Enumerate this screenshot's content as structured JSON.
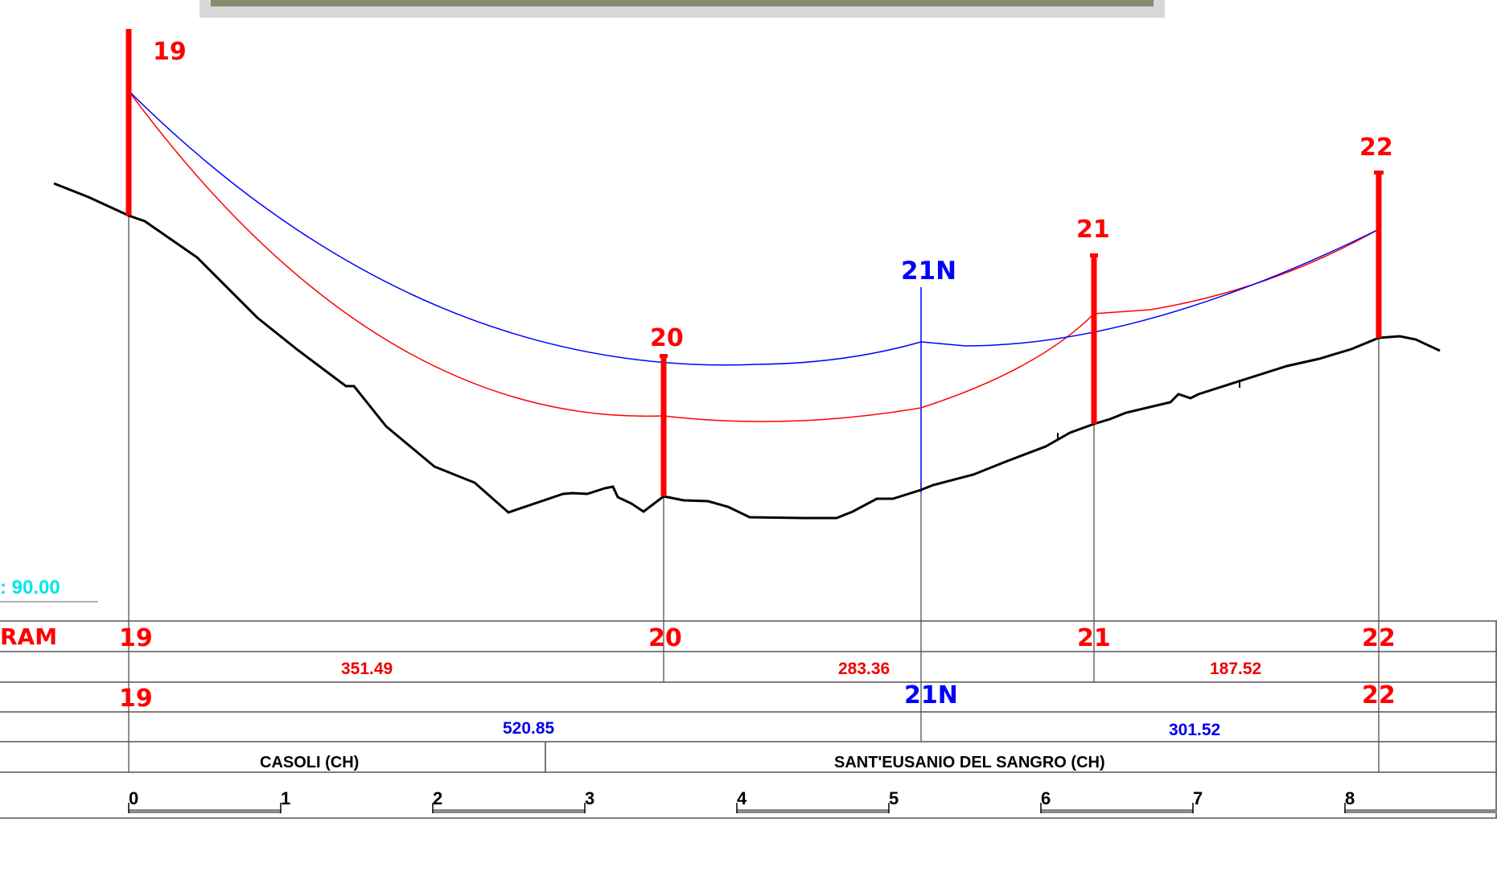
{
  "towers_existing": [
    {
      "id": "t19",
      "label": "19"
    },
    {
      "id": "t20",
      "label": "20"
    },
    {
      "id": "t21",
      "label": "21"
    },
    {
      "id": "t22",
      "label": "22"
    }
  ],
  "tower_new": {
    "label": "21N"
  },
  "scale_note": ": 90.00",
  "table": {
    "row1_prefix": "RAM",
    "row1_labels": [
      "19",
      "20",
      "21",
      "22"
    ],
    "spans_existing": [
      "351.49",
      "283.36",
      "187.52"
    ],
    "row3_labels": [
      "19",
      "21N",
      "22"
    ],
    "spans_new": [
      "520.85",
      "301.52"
    ],
    "municipalities": [
      "CASOLI (CH)",
      "SANT'EUSANIO DEL SANGRO (CH)"
    ],
    "scale_ticks": [
      "0",
      "1",
      "2",
      "3",
      "4",
      "5",
      "6",
      "7",
      "8"
    ]
  },
  "colors": {
    "existing_line": "#ff0000",
    "new_line": "#0000ff",
    "terrain": "#000000",
    "scale_note": "#00e5ee",
    "photo_strip": "#8a8a6a"
  },
  "icons": {
    "photo": "photo-strip-image"
  }
}
